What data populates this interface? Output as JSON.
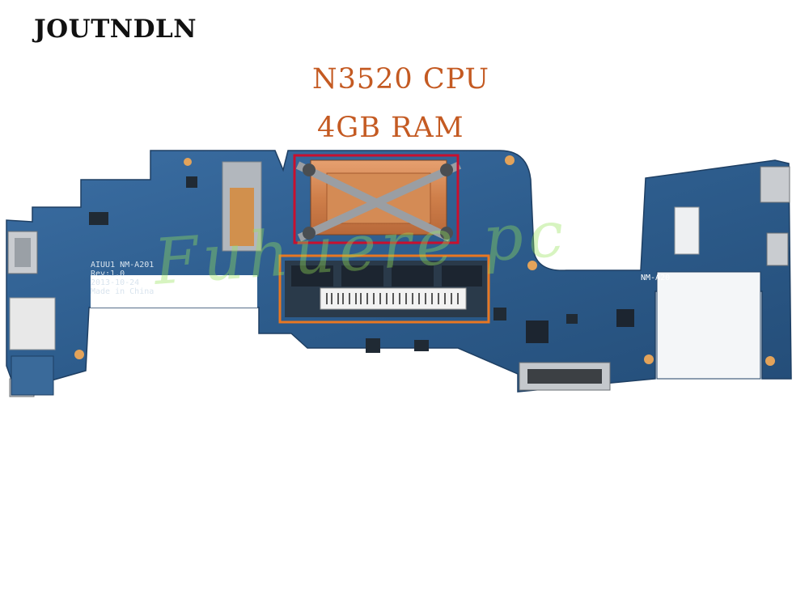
{
  "brand": {
    "name": "JOUTNDLN"
  },
  "specs": {
    "cpu": "N3520 CPU",
    "ram": "4GB RAM",
    "color": "#c45a22"
  },
  "board": {
    "model_code": "AIUU1 NM-A201",
    "rev": "Rev:1.0",
    "date": "2013-10-24",
    "origin": "Made in China",
    "right_code": "NM-A20",
    "pcb_color": "#2d5c8c"
  },
  "highlights": {
    "cpu_box_color": "#c8102e",
    "ram_box_color": "#e87722"
  },
  "watermark": {
    "text": "Fuhuere pc"
  }
}
